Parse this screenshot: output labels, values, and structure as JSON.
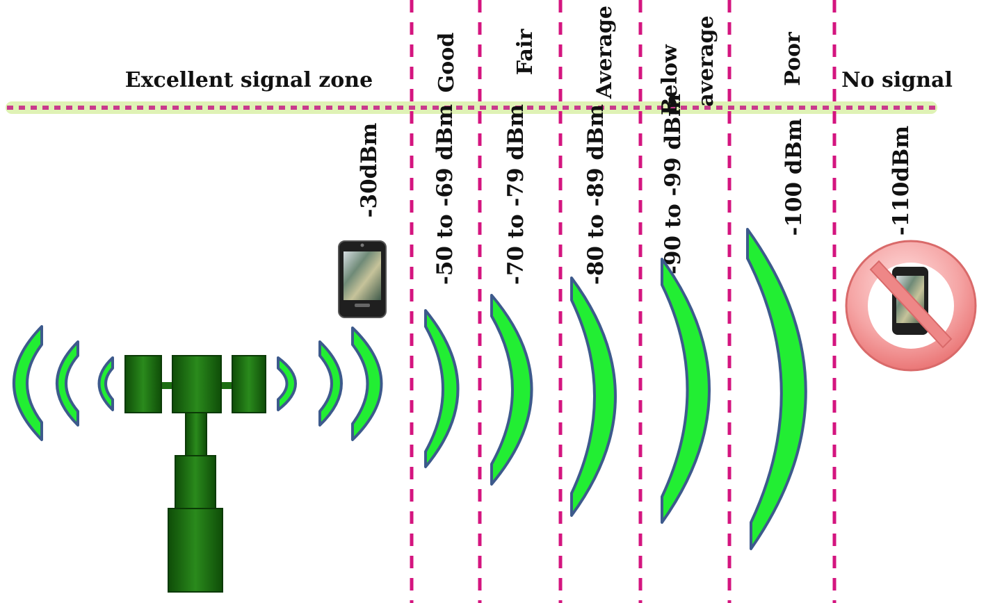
{
  "zones": {
    "excellent": "Excellent signal zone",
    "good": "Good",
    "fair": "Fair",
    "average": "Average",
    "below_line1": "Below",
    "below_line2": "average",
    "poor": "Poor",
    "no_signal": "No signal"
  },
  "levels": {
    "excellent": "-30dBm",
    "good": "-50 to -69 dBm",
    "fair": "-70 to -79 dBm",
    "average": "-80 to -89 dBm",
    "below": "-90 to -99 dBm",
    "poor": "-100 dBm",
    "no_signal": "-110dBm"
  },
  "colors": {
    "wave_fill": "#22ee33",
    "wave_stroke": "#3d5a8c",
    "divider": "#d4157f",
    "header_line": "#c93a8c",
    "header_glow": "#d9f0a8",
    "tower": "#1c6e12",
    "no_sign": "#f08080"
  },
  "icons": [
    "cell-tower-icon",
    "smartphone-icon",
    "no-phone-icon"
  ]
}
